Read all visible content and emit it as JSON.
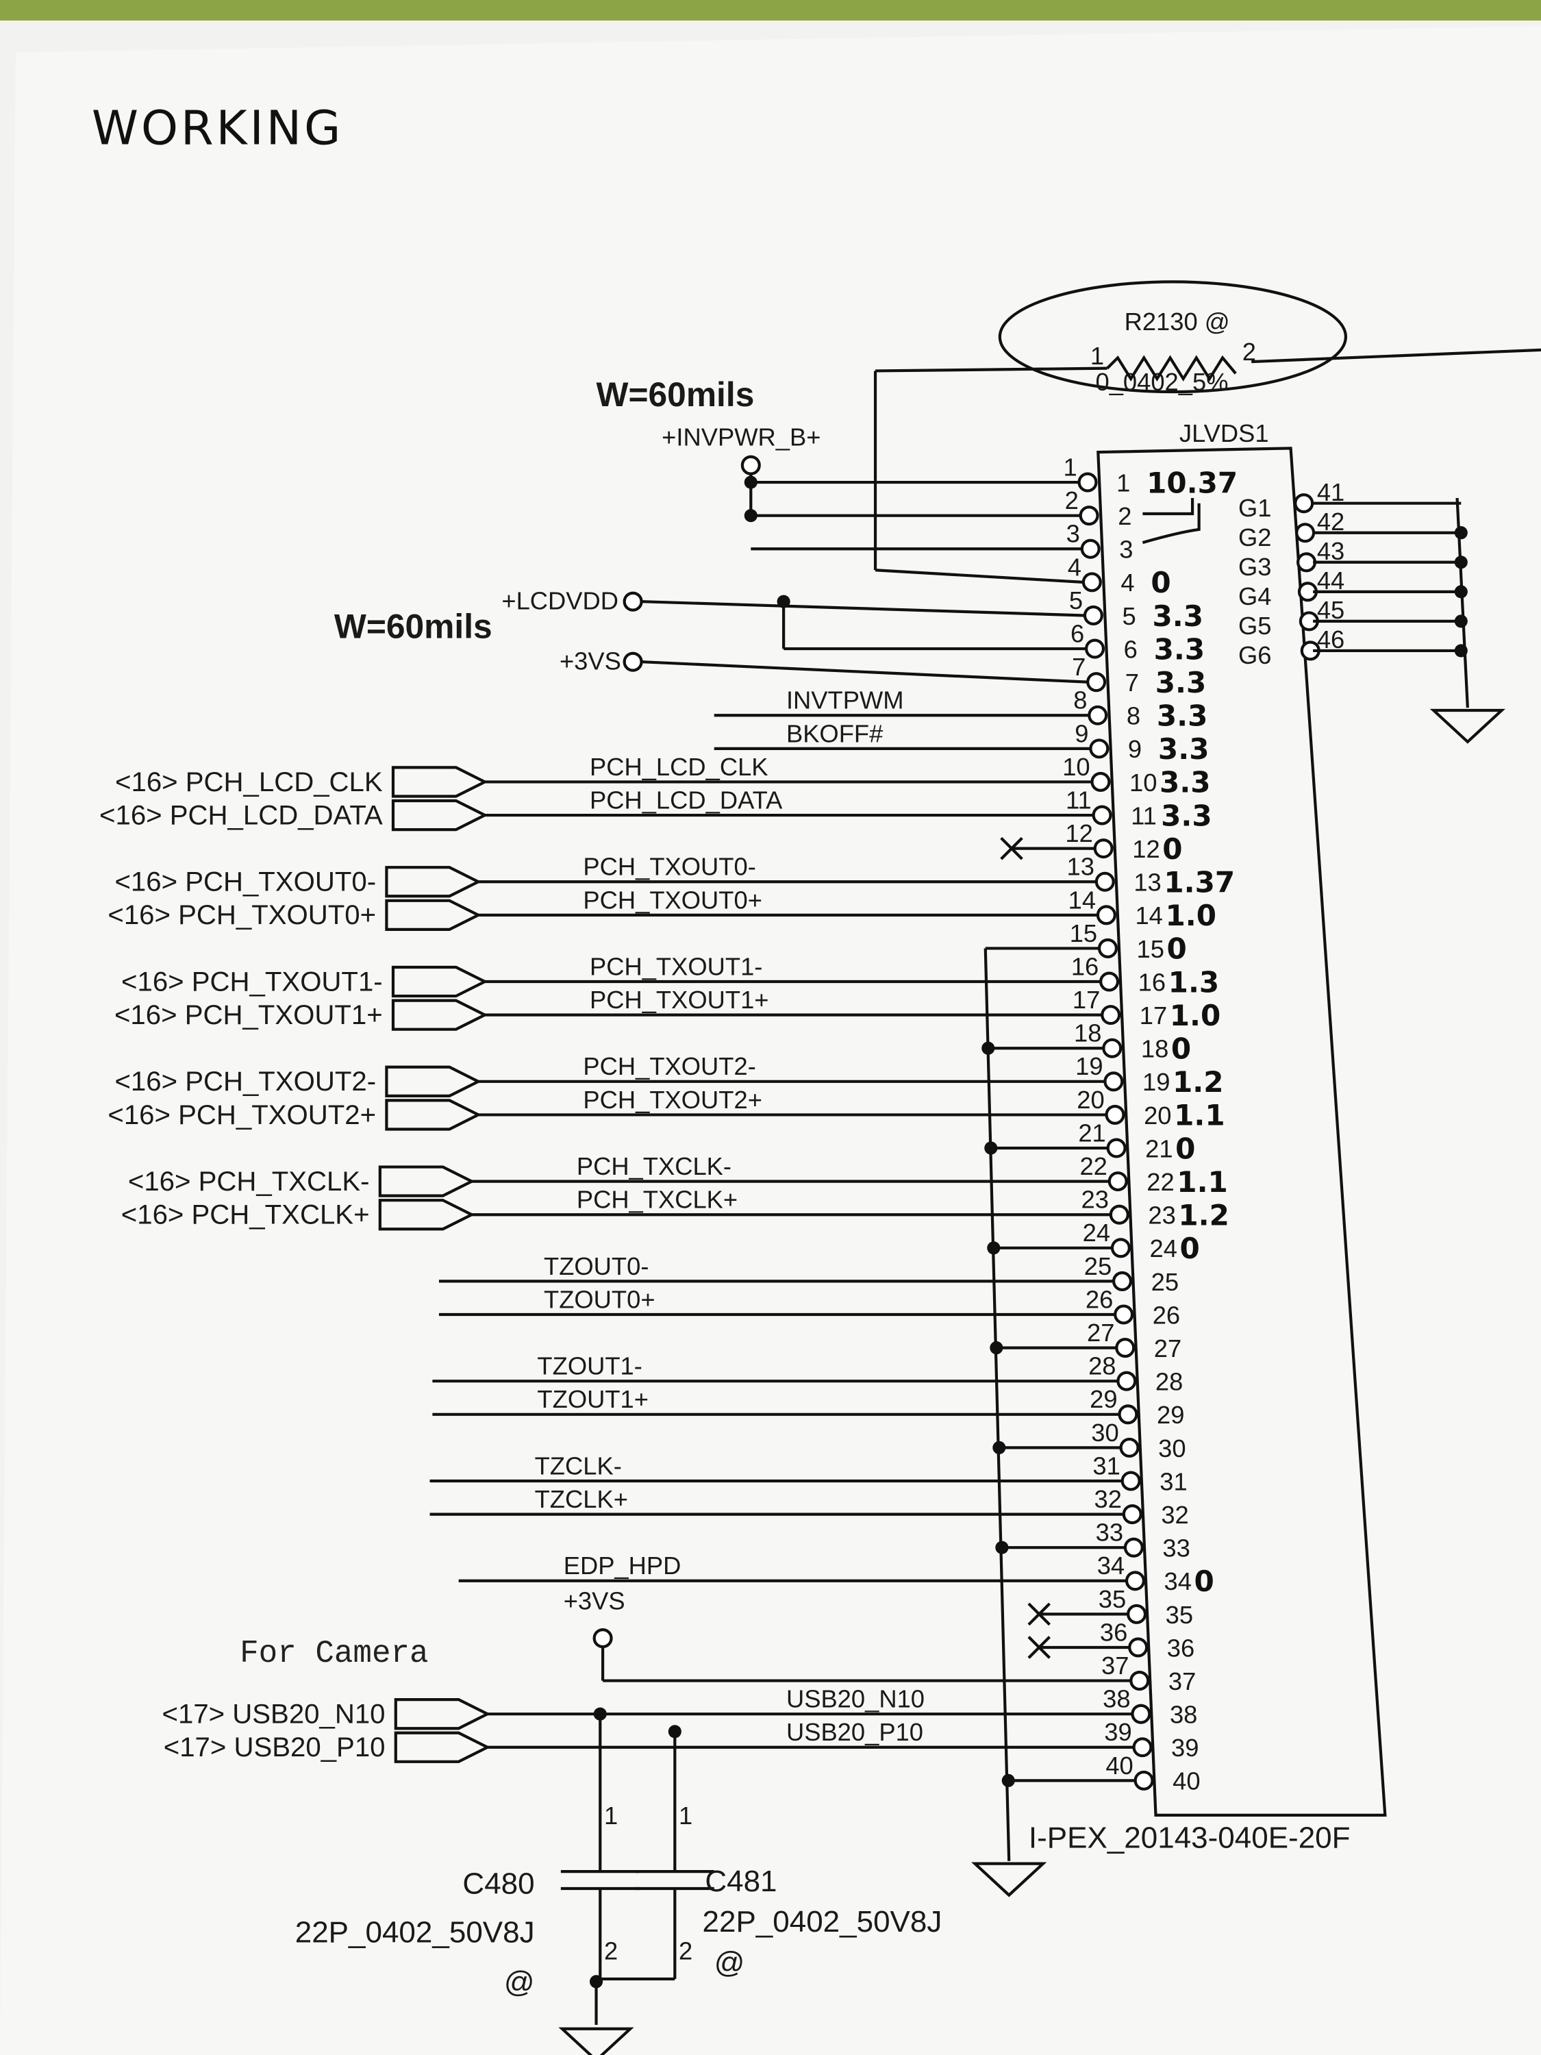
{
  "note": "WORKING",
  "width_notes": [
    "W=60mils",
    "W=60mils"
  ],
  "power": {
    "invpwr": "+INVPWR_B+",
    "lcdvdd": "+LCDVDD",
    "v3vs_a": "+3VS",
    "v3vs_b": "+3VS"
  },
  "resistor": {
    "ref": "R2130 @",
    "pin1": "1",
    "pin2": "2",
    "value": "0_0402_5%"
  },
  "connector": {
    "ref": "JLVDS1",
    "part": "I-PEX_20143-040E-20F",
    "ground_pins": [
      {
        "name": "G1",
        "num": "41"
      },
      {
        "name": "G2",
        "num": "42"
      },
      {
        "name": "G3",
        "num": "43"
      },
      {
        "name": "G4",
        "num": "44"
      },
      {
        "name": "G5",
        "num": "45"
      },
      {
        "name": "G6",
        "num": "46"
      }
    ],
    "measurements": {
      "1": "10.37",
      "4": "0",
      "5": "3.3",
      "6": "3.3",
      "7": "3.3",
      "8": "3.3",
      "9": "3.3",
      "10": "3.3",
      "11": "3.3",
      "12": "0",
      "13": "1.37",
      "14": "1.0",
      "15": "0",
      "16": "1.3",
      "17": "1.0",
      "18": "0",
      "19": "1.2",
      "20": "1.1",
      "21": "0",
      "22": "1.1",
      "23": "1.2",
      "24": "0",
      "34": "0"
    }
  },
  "nets": [
    {
      "pin": 8,
      "label": "INVTPWM"
    },
    {
      "pin": 9,
      "label": "BKOFF#"
    },
    {
      "pin": 10,
      "label": "PCH_LCD_CLK",
      "offpage": "<16>  PCH_LCD_CLK"
    },
    {
      "pin": 11,
      "label": "PCH_LCD_DATA",
      "offpage": "<16>  PCH_LCD_DATA"
    },
    {
      "pin": 13,
      "label": "PCH_TXOUT0-",
      "offpage": "<16>  PCH_TXOUT0-"
    },
    {
      "pin": 14,
      "label": "PCH_TXOUT0+",
      "offpage": "<16>  PCH_TXOUT0+"
    },
    {
      "pin": 16,
      "label": "PCH_TXOUT1-",
      "offpage": "<16>  PCH_TXOUT1-"
    },
    {
      "pin": 17,
      "label": "PCH_TXOUT1+",
      "offpage": "<16>  PCH_TXOUT1+"
    },
    {
      "pin": 19,
      "label": "PCH_TXOUT2-",
      "offpage": "<16>  PCH_TXOUT2-"
    },
    {
      "pin": 20,
      "label": "PCH_TXOUT2+",
      "offpage": "<16>  PCH_TXOUT2+"
    },
    {
      "pin": 22,
      "label": "PCH_TXCLK-",
      "offpage": "<16>  PCH_TXCLK-"
    },
    {
      "pin": 23,
      "label": "PCH_TXCLK+",
      "offpage": "<16>  PCH_TXCLK+"
    },
    {
      "pin": 25,
      "label": "TZOUT0-"
    },
    {
      "pin": 26,
      "label": "TZOUT0+"
    },
    {
      "pin": 28,
      "label": "TZOUT1-"
    },
    {
      "pin": 29,
      "label": "TZOUT1+"
    },
    {
      "pin": 31,
      "label": "TZCLK-"
    },
    {
      "pin": 32,
      "label": "TZCLK+"
    },
    {
      "pin": 34,
      "label": "EDP_HPD"
    },
    {
      "pin": 38,
      "label": "USB20_N10",
      "offpage": "<17>  USB20_N10"
    },
    {
      "pin": 39,
      "label": "USB20_P10",
      "offpage": "<17>  USB20_P10"
    }
  ],
  "camera_note": "For Camera",
  "capacitors": [
    {
      "ref": "C480",
      "value": "22P_0402_50V8J",
      "option": "@",
      "pin1": "1",
      "pin2": "2"
    },
    {
      "ref": "C481",
      "value": "22P_0402_50V8J",
      "option": "@",
      "pin1": "1",
      "pin2": "2"
    }
  ]
}
